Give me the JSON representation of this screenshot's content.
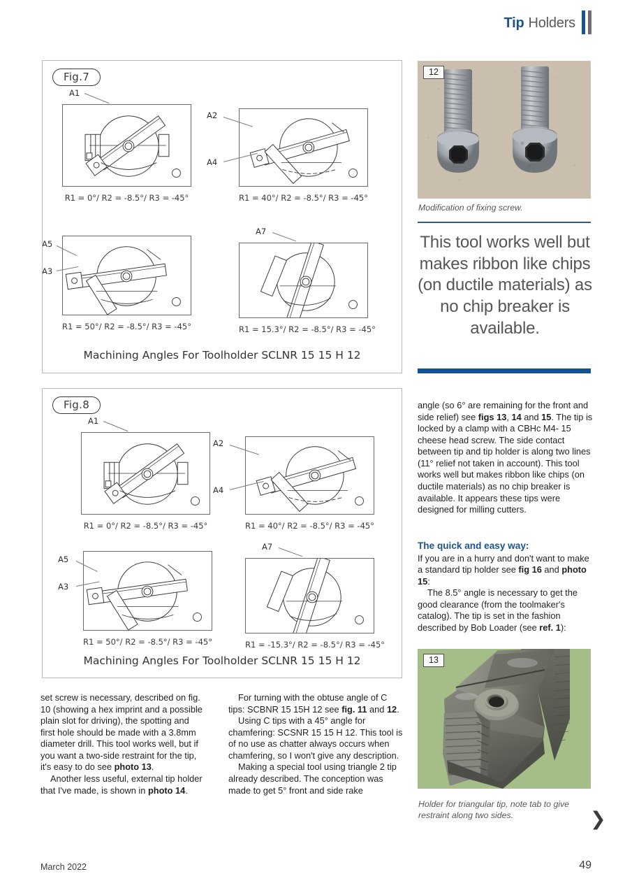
{
  "header": {
    "title_bold": "Tip",
    "title_light": "Holders"
  },
  "figures": [
    {
      "tag": "Fig.7",
      "title": "Machining Angles For Toolholder SCLNR 15 15 H 12",
      "panels": [
        {
          "labels": [
            "A1"
          ],
          "caption": "R1 = 0°/ R2 = -8.5°/ R3 = -45°"
        },
        {
          "labels": [
            "A2",
            "A4"
          ],
          "caption": "R1 = 40°/ R2 = -8.5°/ R3 = -45°"
        },
        {
          "labels": [
            "A5",
            "A3"
          ],
          "caption": "R1 = 50°/ R2 = -8.5°/ R3 = -45°"
        },
        {
          "labels": [
            "A7"
          ],
          "caption": "R1 = 15.3°/ R2 = -8.5°/ R3 = -45°"
        }
      ]
    },
    {
      "tag": "Fig.8",
      "title": "Machining Angles For Toolholder SCLNR 15 15 H 12",
      "panels": [
        {
          "labels": [
            "A1"
          ],
          "caption": "R1 = 0°/ R2 = -8.5°/ R3 = -45°"
        },
        {
          "labels": [
            "A2",
            "A4"
          ],
          "caption": "R1 = 40°/ R2 = -8.5°/ R3 = -45°"
        },
        {
          "labels": [
            "A5",
            "A3"
          ],
          "caption": "R1 = 50°/ R2 = -8.5°/ R3 = -45°"
        },
        {
          "labels": [
            "A7"
          ],
          "caption": "R1 = -15.3°/ R2 = -8.5°/ R3 = -45°"
        }
      ]
    }
  ],
  "photos": [
    {
      "badge": "12",
      "caption": "Modification of fixing screw."
    },
    {
      "badge": "13",
      "caption": "Holder for triangular tip, note tab to give restraint along two sides."
    }
  ],
  "pullquote": "This tool works well but makes ribbon like chips (on ductile materials) as no chip breaker is available.",
  "right_column": {
    "para1_a": "angle (so 6° are remaining for the front and side relief) see ",
    "para1_b1": "figs 13",
    "para1_c": ", ",
    "para1_b2": "14",
    "para1_d": " and ",
    "para1_b3": "15",
    "para1_e": ". The tip is locked by a clamp with a CBHc M4- 15 cheese head screw. The side contact between tip and tip holder is along two lines (11° relief not taken in account). This tool works well but makes ribbon like chips (on ductile materials) as no chip breaker is available. It appears these tips were designed for milling cutters.",
    "subhead": "The quick and easy way:",
    "para2_a": "If you are in a hurry and don't want to make a standard tip holder see ",
    "para2_b1": "fig 16",
    "para2_c": " and ",
    "para2_b2": "photo 15",
    "para2_d": ":",
    "para3_a": "The 8.5° angle is necessary to get the good clearance (from the toolmaker's catalog). The tip is set in the fashion described by Bob Loader (see ",
    "para3_b": "ref. 1",
    "para3_c": "):"
  },
  "bottom_column_1": {
    "para1_a": "set screw is necessary, described on fig. 10 (showing a hex imprint and a possible plain slot for driving), the spotting and first hole should be made with a 3.8mm diameter drill. This tool works well, but if you want a two-side restraint for the tip, it's easy to do see ",
    "para1_b": "photo 13",
    "para1_c": ".",
    "para2_a": "Another less useful, external tip holder that I've made, is shown in ",
    "para2_b": "photo 14",
    "para2_c": "."
  },
  "bottom_column_2": {
    "para1_a": "For turning with the obtuse angle of C tips: SCBNR 15 15H 12 see ",
    "para1_b1": "fig. 11",
    "para1_c": " and ",
    "para1_b2": "12",
    "para1_d": ".",
    "para2": "Using C tips with a 45° angle for chamfering: SCSNR 15 15 H 12. This tool is of no use as chatter always occurs when chamfering, so I won't give any description.",
    "para3": "Making a special tool using triangle 2 tip already described. The conception was made to get 5° front and side rake"
  },
  "footer": {
    "date": "March 2022",
    "page": "49"
  },
  "colors": {
    "accent_blue": "#1a5490",
    "rule_blue": "#145192",
    "gray_text": "#55565a"
  }
}
